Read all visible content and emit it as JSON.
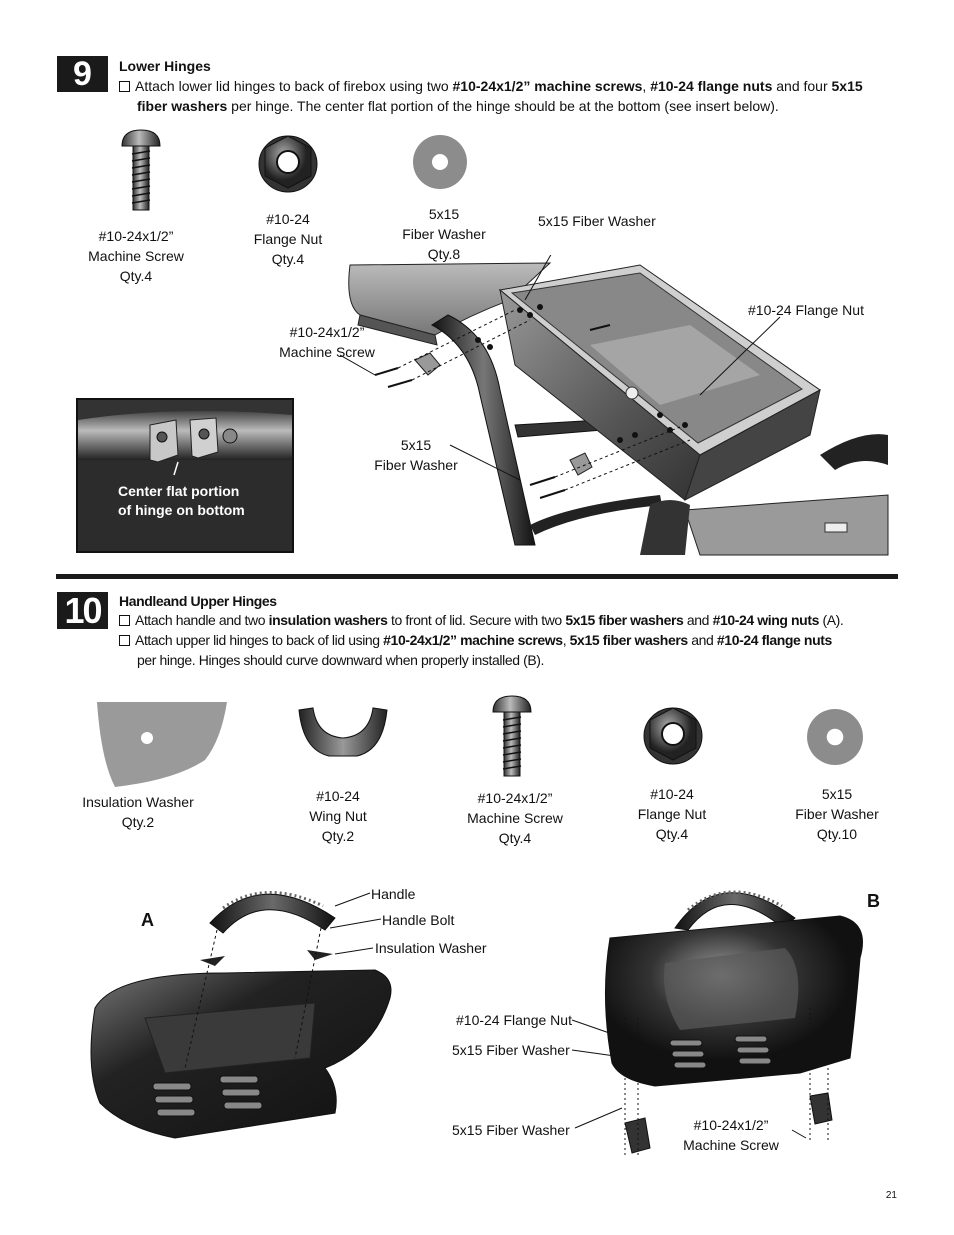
{
  "step9": {
    "number": "9",
    "title": "Lower Hinges",
    "instruction": {
      "t1": "Attach lower lid hinges to back of firebox using two ",
      "b1": "#10-24x1/2” machine screws",
      "t2": ", ",
      "b2": "#10-24 flange nuts",
      "t3": " and four ",
      "b3": "5x15",
      "b4": "fiber washers",
      "t4": " per hinge. The center flat portion of the hinge should be at the bottom (see insert below)."
    },
    "parts": {
      "screw": "#10-24x1/2”\nMachine Screw\nQty.4",
      "nut": "#10-24\nFlange Nut\nQty.4",
      "washer": "5x15\nFiber Washer\nQty.8"
    },
    "callouts": {
      "fiber_washer_top": "5x15 Fiber Washer",
      "flange_nut": "#10-24 Flange Nut",
      "machine_screw": "#10-24x1/2”\nMachine Screw",
      "fiber_washer_bottom": "5x15\nFiber Washer"
    },
    "inset": "Center flat portion\nof hinge on bottom"
  },
  "step10": {
    "number": "10",
    "title": "Handleand Upper Hinges",
    "line1": {
      "t1": "Attach handle and two ",
      "b1": "insulation washers",
      "t2": " to front of lid.  Secure with two ",
      "b2": "5x15 fiber washers",
      "t3": " and ",
      "b3": "#10-24 wing nuts",
      "t4": " (A)."
    },
    "line2": {
      "t1": "Attach upper lid hinges to back of lid using ",
      "b1": "#10-24x1/2” machine screws",
      "t2": ", ",
      "b2": "5x15 fiber washers",
      "t3": " and ",
      "b3": "#10-24 flange nuts",
      "t4": "per hinge. Hinges should curve downward when properly installed (B)."
    },
    "parts": {
      "insulation": "Insulation Washer\nQty.2",
      "wingnut": "#10-24\nWing Nut\nQty.2",
      "screw": "#10-24x1/2”\nMachine Screw\nQty.4",
      "nut": "#10-24\nFlange Nut\nQty.4",
      "washer": "5x15\nFiber Washer\nQty.10"
    },
    "figA": {
      "label": "A",
      "handle": "Handle",
      "handle_bolt": "Handle Bolt",
      "insulation_washer": "Insulation Washer"
    },
    "figB": {
      "label": "B",
      "flange_nut": "#10-24 Flange Nut",
      "fiber_washer_1": "5x15 Fiber Washer",
      "fiber_washer_2": "5x15 Fiber Washer",
      "machine_screw": "#10-24x1/2”\nMachine Screw"
    }
  },
  "page_number": "21"
}
